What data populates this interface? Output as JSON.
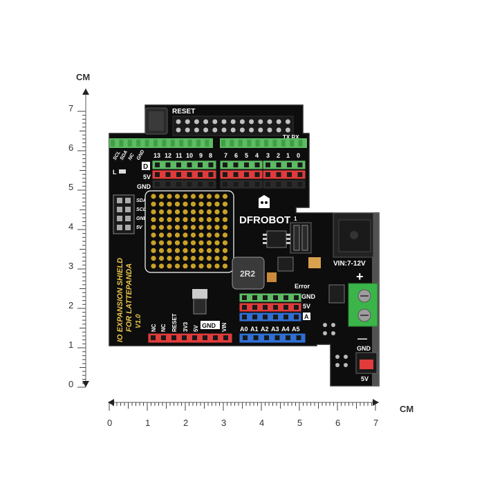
{
  "rulers": {
    "unit": "CM",
    "horizontal_labels": [
      "0",
      "1",
      "2",
      "3",
      "4",
      "5",
      "6",
      "7"
    ],
    "vertical_labels": [
      "0",
      "1",
      "2",
      "3",
      "4",
      "5",
      "6",
      "7"
    ]
  },
  "board": {
    "brand": "DFROBOT",
    "title_line1": "IO EXPANSION SHIELD",
    "title_line2": "FOR LATTEPANDA",
    "version": "V1.0",
    "reset": "RESET",
    "txrx": "TX RX",
    "d_marker": "D",
    "a_marker": "A",
    "led_l": "L",
    "digital_pins": [
      "13",
      "12",
      "11",
      "10",
      "9",
      "8",
      "7",
      "6",
      "5",
      "4",
      "3",
      "2",
      "1",
      "0"
    ],
    "i2c_top": [
      "SCL",
      "SDA",
      "NC",
      "GND"
    ],
    "i2c_side": [
      "SDA",
      "SCL",
      "GND",
      "5V"
    ],
    "rail_5v": "5V",
    "rail_gnd": "GND",
    "power_pins": [
      "NC",
      "NC",
      "RESET",
      "3V3",
      "5V",
      "GND",
      "VIN"
    ],
    "analog_pins": [
      "A0",
      "A1",
      "A2",
      "A3",
      "A4",
      "A5"
    ],
    "error": "Error",
    "gnd_a": "GND",
    "v5_a": "5V",
    "vin_range": "VIN:7-12V",
    "plus": "+",
    "minus": "—",
    "inductor": "2R2",
    "jumper_gnd": "GND",
    "jumper_5v": "5V",
    "sw_one": "1"
  },
  "colors": {
    "pcb": "#0d0d0d",
    "header_green": "#5dbb63",
    "header_red": "#e23b3b",
    "header_blue": "#2f6fd6",
    "terminal_green": "#3bb54a",
    "pad_gold": "#c9a227",
    "silk_white": "#ffffff",
    "title_yellow": "#e8c34a"
  }
}
